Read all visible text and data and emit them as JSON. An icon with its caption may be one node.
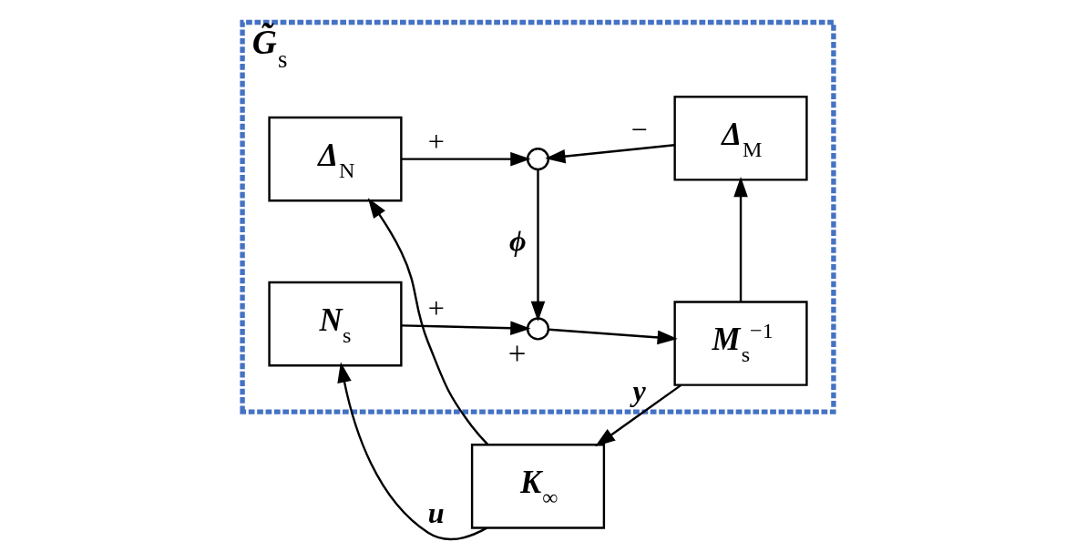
{
  "diagram": {
    "nodes": [
      {
        "text": [
          "G̃$_{s}$"
        ]
      },
      {
        "text": [
          "Δ$_{N}$"
        ],
        "in": 0
      },
      {
        "text": [],
        "shape": "circle",
        "in": 0
      },
      {
        "text": [
          "Δ$_{M}$"
        ],
        "in": 0
      },
      {
        "text": [
          "N$_{s}$"
        ],
        "in": 0
      },
      {
        "text": [],
        "shape": "circle",
        "in": 0,
        "beside": [
          "+"
        ]
      },
      {
        "text": [
          "M$_{s}$$^{−1}$"
        ],
        "in": 0
      },
      {
        "text": [
          "K$_{∞}$"
        ]
      }
    ],
    "edges": [
      {
        "from": 1,
        "to": 2,
        "arrow": "to",
        "label": "+"
      },
      {
        "from": 3,
        "to": 2,
        "arrow": "to",
        "label": "−"
      },
      {
        "from": 2,
        "to": 5,
        "arrow": "to",
        "label": "ϕ"
      },
      {
        "from": 4,
        "to": 5,
        "arrow": "to",
        "label": "+"
      },
      {
        "from": 5,
        "to": 6,
        "arrow": "to"
      },
      {
        "from": 6,
        "to": 3,
        "arrow": "to"
      },
      {
        "from": 6,
        "to": 7,
        "arrow": "to",
        "label": "y"
      },
      {
        "from": 7,
        "to": 4,
        "arrow": "to",
        "label": "u"
      },
      {
        "from": 7,
        "to": 1,
        "arrow": "to"
      }
    ]
  }
}
